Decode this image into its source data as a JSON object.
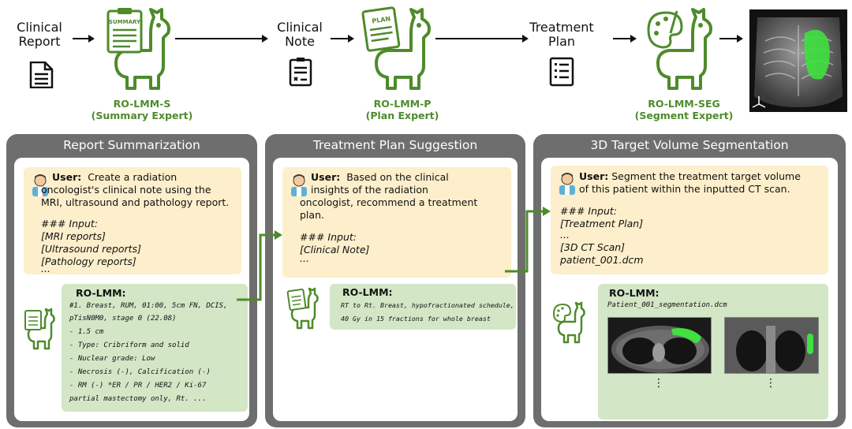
{
  "pipeline": {
    "labels": {
      "clinical_report": "Clinical\nReport",
      "clinical_note": "Clinical\nNote",
      "treatment_plan": "Treatment\nPlan"
    },
    "models": [
      {
        "name": "RO-LMM-S",
        "role": "(Summary Expert)",
        "badge": "SUMMARY"
      },
      {
        "name": "RO-LMM-P",
        "role": "(Plan Expert)",
        "badge": "PLAN"
      },
      {
        "name": "RO-LMM-SEG",
        "role": "(Segment Expert)",
        "badge": ""
      }
    ]
  },
  "panels": [
    {
      "title": "Report Summarization",
      "user_label": "User:",
      "user_lines": [
        "Create a radiation",
        "oncologist's clinical note using the",
        "MRI,  ultrasound and pathology report."
      ],
      "input_lines": [
        "### Input:",
        "[MRI reports]",
        "[Ultrasound reports]",
        "[Pathology reports]",
        "..."
      ],
      "ai_label": "RO-LMM:",
      "ai_lines": [
        "#1. Breast, RUM, 01:00, 5cm FN, DCIS,",
        "pTisN0M0, stage 0 (22.08)",
        "- 1.5 cm",
        "- Type: Cribriform and solid",
        "- Nuclear grade: Low",
        "- Necrosis (-), Calcification (-)",
        "- RM (-) *ER / PR / HER2 / Ki-67",
        "partial mastectomy only, Rt. ..."
      ]
    },
    {
      "title": "Treatment Plan Suggestion",
      "user_label": "User:",
      "user_lines": [
        "Based on the clinical",
        "insights of the radiation",
        "oncologist, recommend a treatment",
        "plan."
      ],
      "input_lines": [
        "### Input:",
        "[Clinical Note]",
        "..."
      ],
      "ai_label": "RO-LMM:",
      "ai_lines": [
        "RT to Rt. Breast, hypofractionated schedule,",
        "40 Gy in 15 fractions for whole breast"
      ]
    },
    {
      "title": "3D Target Volume Segmentation",
      "user_label": "User:",
      "user_lines": [
        "Segment the treatment target volume",
        "of this patient within the inputted CT scan."
      ],
      "input_lines": [
        "### Input:",
        "[Treatment Plan]",
        "...",
        "[3D CT Scan]",
        "patient_001.dcm"
      ],
      "ai_label": "RO-LMM:",
      "ai_lines": [
        "Patient_001_segmentation.dcm"
      ],
      "ellipsis": "⋮"
    }
  ],
  "colors": {
    "green": "#4e8b2b",
    "panel_gray": "#6e6e6e",
    "user_bg": "#fdefcb",
    "ai_bg": "#d3e6c6",
    "segmentation": "#3fe03f"
  }
}
